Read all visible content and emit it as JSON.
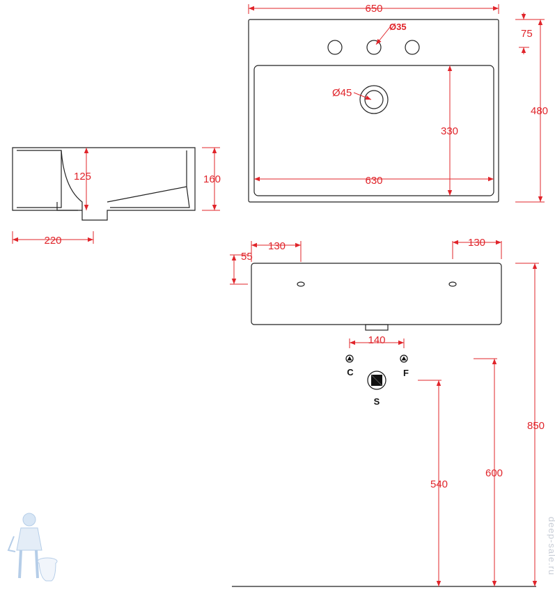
{
  "top_view": {
    "width": "650",
    "depth": "480",
    "tap_hole": "Ø35",
    "tap_offset": "75",
    "drain": "Ø45",
    "basin_depth": "330",
    "basin_width": "630"
  },
  "side_view": {
    "height": "160",
    "inner_depth": "125",
    "overhang": "220"
  },
  "front_view": {
    "left_offset": "130",
    "right_offset": "130",
    "hole_height": "55",
    "drain_pipe_spacing": "140",
    "total_height": "850",
    "cold_label": "C",
    "hot_label": "F",
    "siphon_label": "S",
    "supply_height": "600",
    "drain_height": "540"
  },
  "watermark": "deep-sale.ru",
  "colors": {
    "dimension": "#e0242a",
    "outline": "#222222"
  }
}
